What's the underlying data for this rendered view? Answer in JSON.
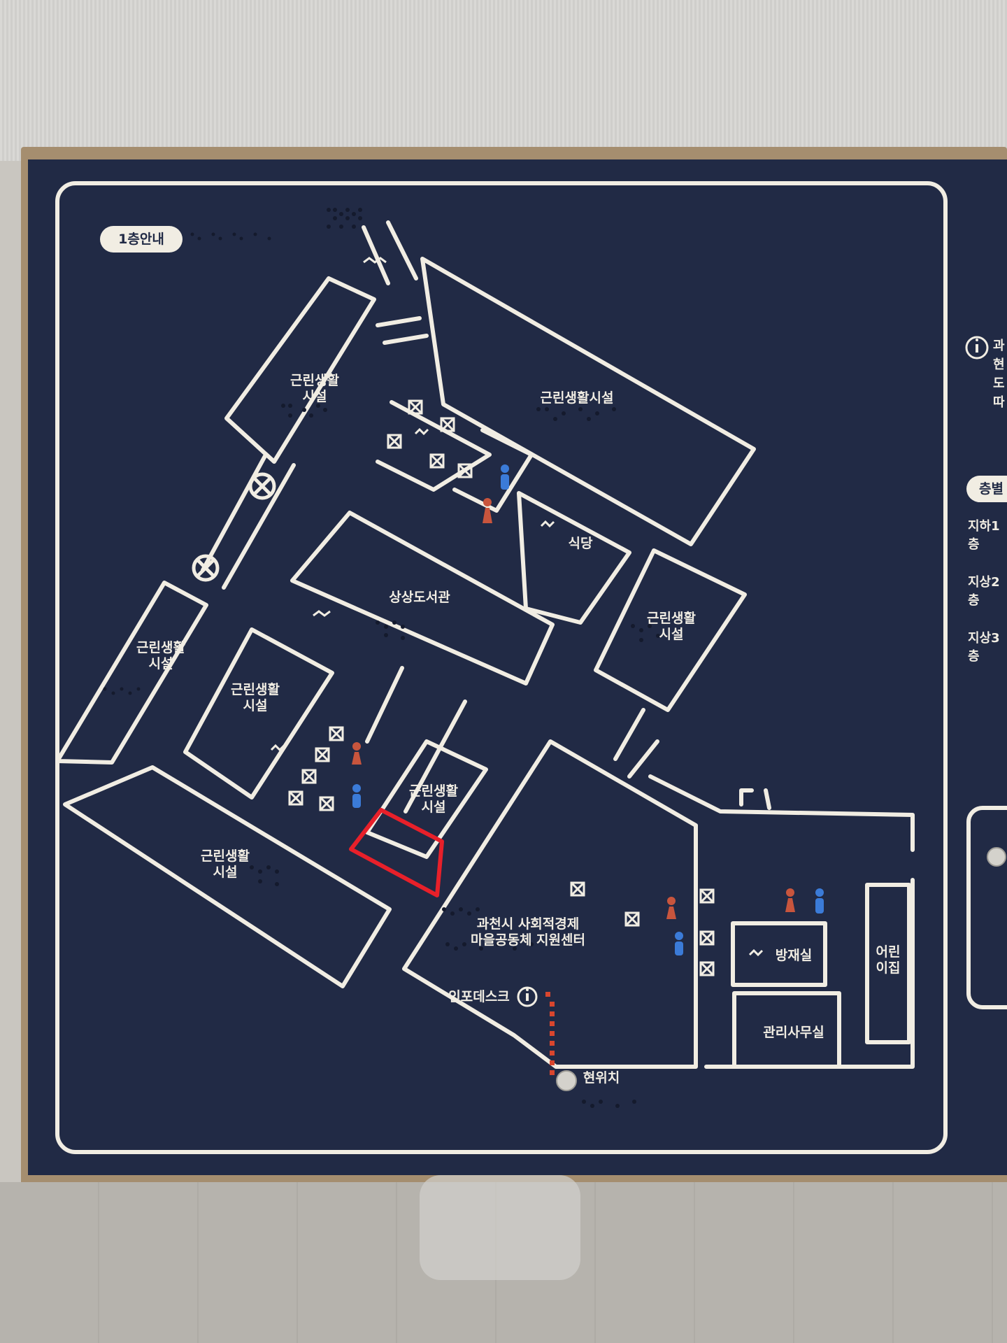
{
  "floor_title": "1층안내",
  "rooms": [
    {
      "id": "nw-shop",
      "label": "근린생활\n시설"
    },
    {
      "id": "ne-shop",
      "label": "근린생활시설"
    },
    {
      "id": "restaurant",
      "label": "식당"
    },
    {
      "id": "library",
      "label": "상상도서관"
    },
    {
      "id": "east-shop",
      "label": "근린생활\n시설"
    },
    {
      "id": "west-shop",
      "label": "근린생활\n시설"
    },
    {
      "id": "mid-shop",
      "label": "근린생활\n시설"
    },
    {
      "id": "small-shop",
      "label": "근린생활\n시설"
    },
    {
      "id": "south-shop",
      "label": "근린생활\n시설"
    },
    {
      "id": "social-center",
      "label": "과천시 사회적경제\n마을공동체 지원센터"
    },
    {
      "id": "disaster-room",
      "label": "방재실"
    },
    {
      "id": "daycare",
      "label": "어린\n이집"
    },
    {
      "id": "management",
      "label": "관리사무실"
    }
  ],
  "info_desk": "인포데스크",
  "you_are_here": "현위치",
  "side_panel": {
    "info_lines": [
      "과",
      "현",
      "도",
      "따"
    ],
    "floors_label": "층별",
    "floors": [
      "지하1층",
      "지상2층",
      "지상3층"
    ]
  },
  "icons": [
    "escalator-icon",
    "elevator-icon",
    "restroom-male-icon",
    "restroom-female-icon",
    "info-icon",
    "stairs-icon",
    "you-are-here-marker"
  ],
  "colors": {
    "board": "#212a45",
    "line": "#f1ede3",
    "highlight": "#e8202a",
    "male": "#3b7bd8",
    "female": "#c8553d"
  }
}
